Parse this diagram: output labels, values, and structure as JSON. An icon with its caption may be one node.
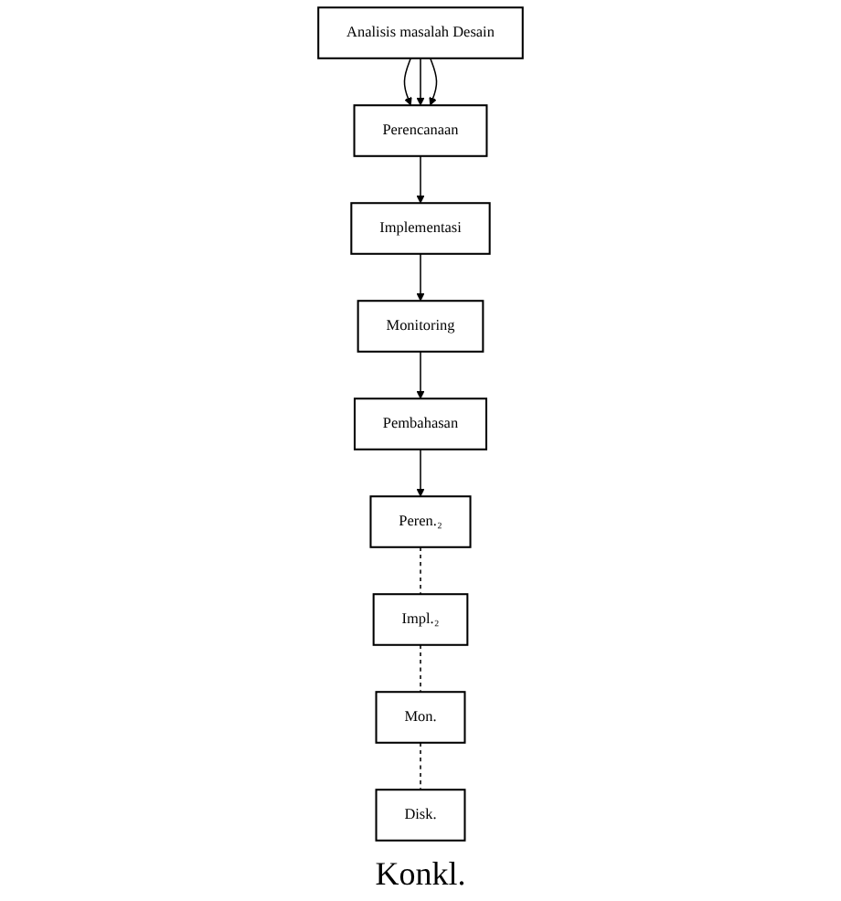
{
  "diagram": {
    "nodes": [
      {
        "text": [
          "Analisis masalah Desain"
        ]
      },
      {
        "text": [
          "Perencanaan"
        ]
      },
      {
        "text": [
          "Implementasi"
        ]
      },
      {
        "text": [
          "Peren.₂"
        ]
      },
      {
        "text": [
          "Impl.₂"
        ]
      },
      {
        "text": [
          "Disk."
        ]
      },
      {
        "text": [
          "Mon."
        ]
      },
      {
        "text": [
          "Pembahasan"
        ]
      },
      {
        "text": [
          "Monitoring"
        ]
      }
    ],
    "edges": [
      {
        "from": 0,
        "to": 1,
        "arrow": "to"
      },
      {
        "from": 0,
        "to": 1,
        "arrow": "to"
      },
      {
        "from": 0,
        "to": 1,
        "arrow": "to"
      },
      {
        "from": 1,
        "to": 2,
        "arrow": "to"
      },
      {
        "from": 3,
        "to": 4,
        "arrow": "none",
        "style": "dashed"
      },
      {
        "from": 4,
        "to": 6,
        "arrow": "none",
        "style": "dashed"
      },
      {
        "from": 6,
        "to": 5,
        "arrow": "none",
        "style": "dashed"
      },
      {
        "from": 2,
        "to": 8,
        "arrow": "to"
      },
      {
        "from": 8,
        "to": 7,
        "arrow": "to"
      },
      {
        "from": 7,
        "to": 3,
        "arrow": "to"
      }
    ],
    "labels": [
      "Konkl."
    ]
  }
}
